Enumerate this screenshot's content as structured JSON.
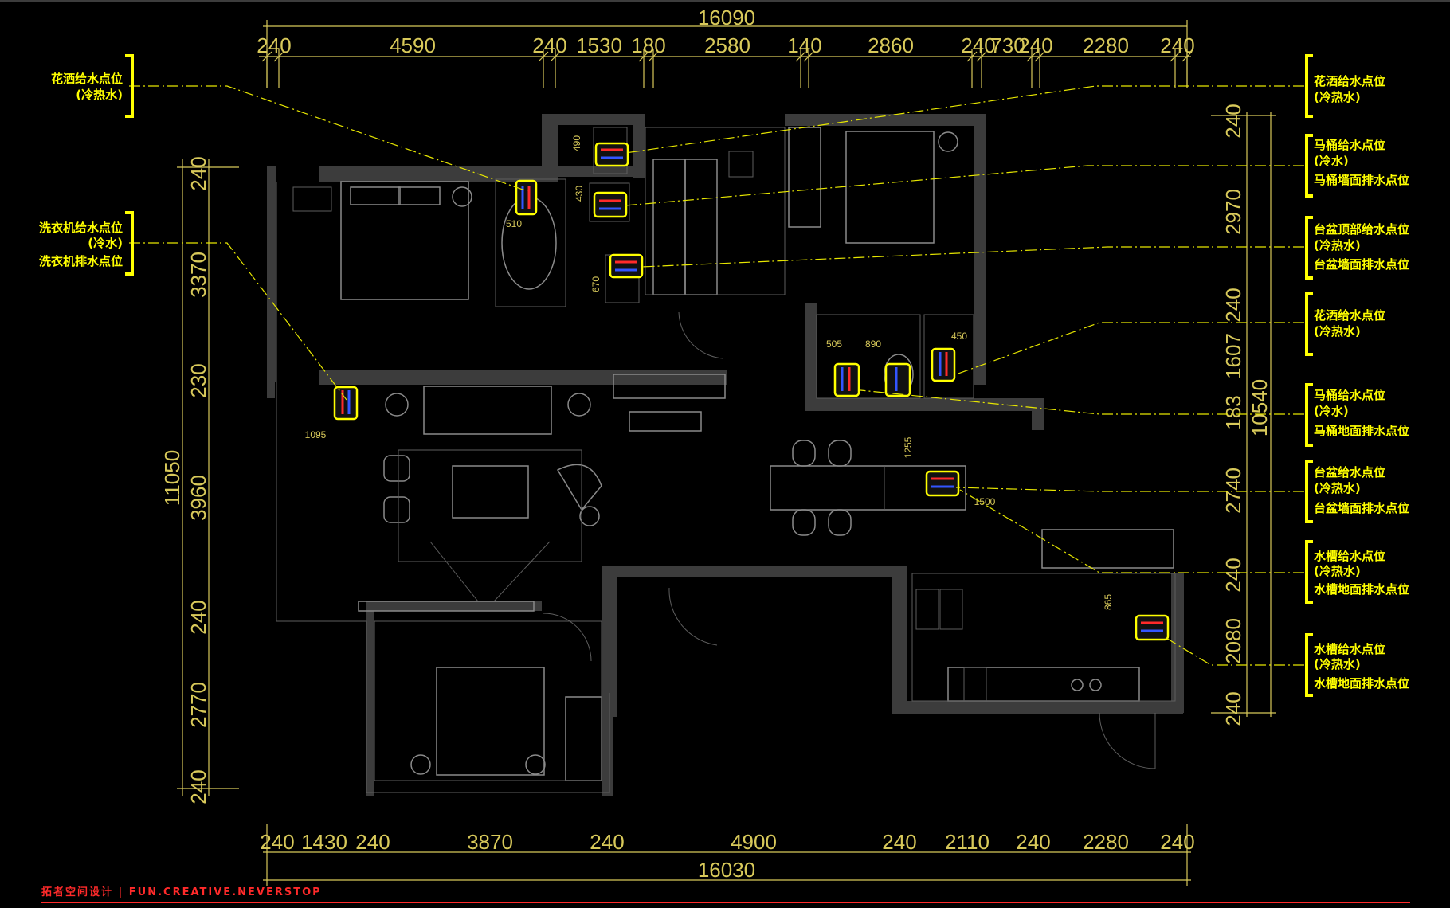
{
  "dims": {
    "top_total": "16090",
    "top": [
      "240",
      "4590",
      "240",
      "1530",
      "180",
      "2580",
      "140",
      "2860",
      "240",
      "730",
      "240",
      "2280",
      "240"
    ],
    "bottom_total": "16030",
    "bottom": [
      "240",
      "1430",
      "240",
      "3870",
      "240",
      "4900",
      "240",
      "2110",
      "240",
      "2280",
      "240"
    ],
    "left_total": "11050",
    "left": [
      "240",
      "3370",
      "230",
      "3960",
      "240",
      "2770",
      "240"
    ],
    "right_total": "10540",
    "right": [
      "240",
      "2970",
      "240",
      "1607",
      "183",
      "2740",
      "240",
      "2080",
      "240"
    ],
    "inner": [
      "490",
      "430",
      "510",
      "670",
      "1095",
      "505",
      "890",
      "450",
      "1255",
      "1500",
      "865"
    ]
  },
  "labels_left": [
    {
      "lines": [
        "花洒给水点位",
        "(冷热水)"
      ]
    },
    {
      "lines": [
        "洗衣机给水点位",
        "(冷水)",
        "洗衣机排水点位"
      ]
    }
  ],
  "labels_right": [
    {
      "lines": [
        "花洒给水点位",
        "(冷热水)"
      ]
    },
    {
      "lines": [
        "马桶给水点位",
        "(冷水)",
        "马桶墙面排水点位"
      ]
    },
    {
      "lines": [
        "台盆顶部给水点位",
        "(冷热水)",
        "台盆墙面排水点位"
      ]
    },
    {
      "lines": [
        "花洒给水点位",
        "(冷热水)"
      ]
    },
    {
      "lines": [
        "马桶给水点位",
        "(冷水)",
        "马桶地面排水点位"
      ]
    },
    {
      "lines": [
        "台盆给水点位",
        "(冷热水)",
        "台盆墙面排水点位"
      ]
    },
    {
      "lines": [
        "水槽给水点位",
        "(冷热水)",
        "水槽地面排水点位"
      ]
    },
    {
      "lines": [
        "水槽给水点位",
        "(冷热水)",
        "水槽地面排水点位"
      ]
    }
  ],
  "footer": {
    "brand": "拓者空间设计 | FUN.CREATIVE.NEVERSTOP"
  },
  "colors": {
    "background": "#000000",
    "dimension": "#d8c95a",
    "label": "#ffff00",
    "brand": "#ff2a2a",
    "wall": "#3c3c3c"
  }
}
